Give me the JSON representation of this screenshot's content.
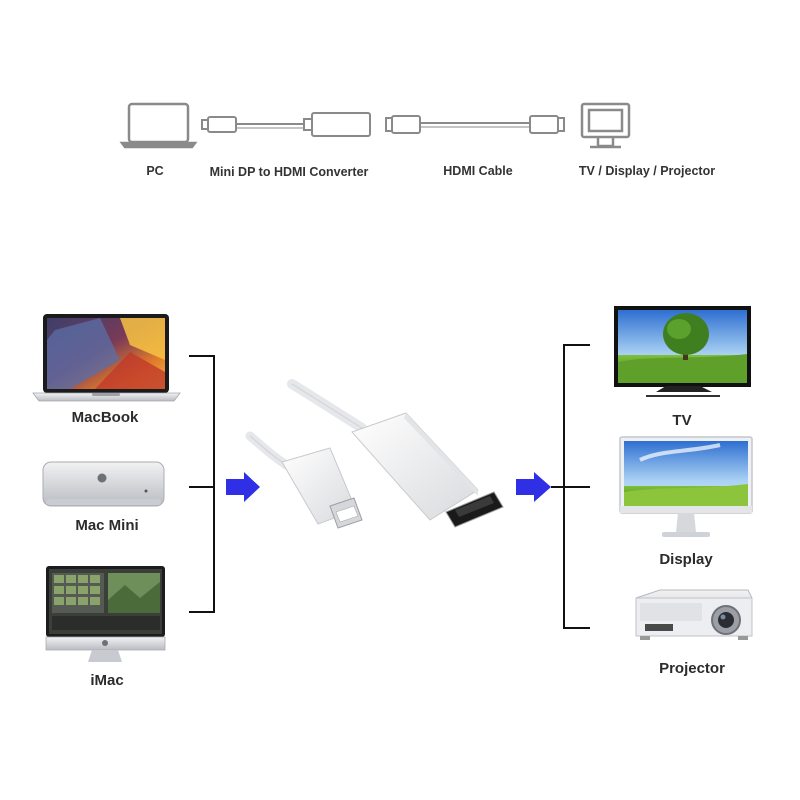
{
  "top_chain": {
    "pc_label": "PC",
    "converter_label": "Mini DP to HDMI Converter",
    "cable_label": "HDMI Cable",
    "display_label": "TV / Display / Projector"
  },
  "sources": {
    "macbook_label": "MacBook",
    "macmini_label": "Mac Mini",
    "imac_label": "iMac"
  },
  "outputs": {
    "tv_label": "TV",
    "display_label": "Display",
    "projector_label": "Projector"
  },
  "colors": {
    "arrow": "#2f2fe6",
    "line": "#111111",
    "outline_gray": "#8a8a8a"
  }
}
